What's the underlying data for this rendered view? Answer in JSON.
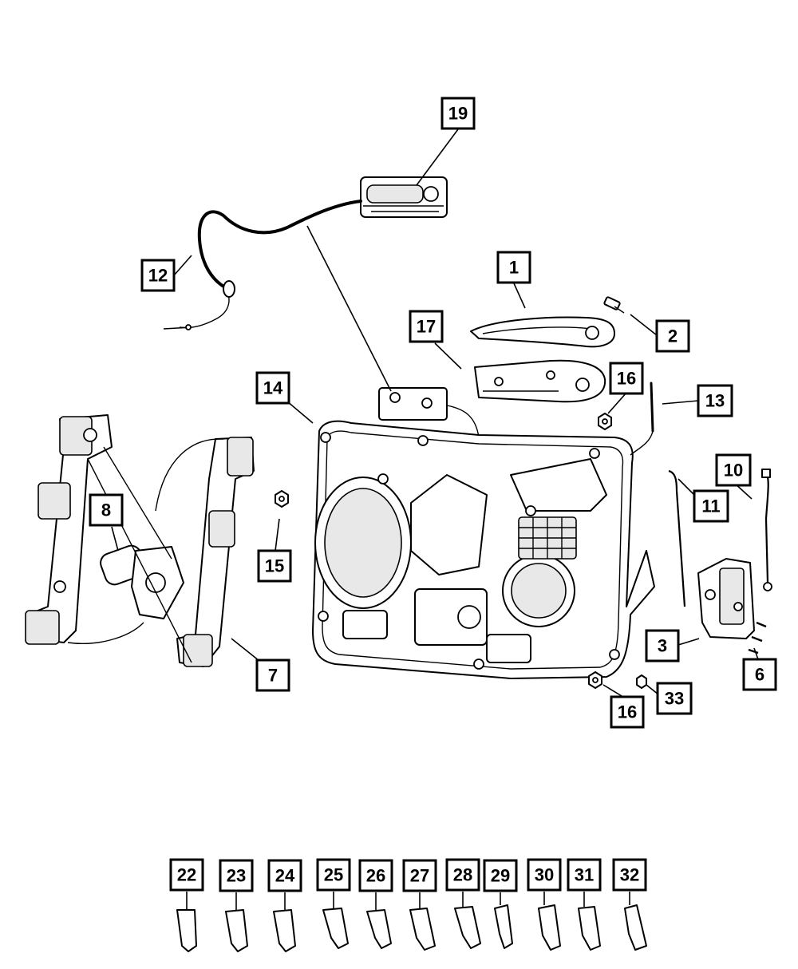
{
  "callouts": {
    "c19": "19",
    "c12": "12",
    "c1": "1",
    "c2": "2",
    "c17": "17",
    "c14": "14",
    "c16a": "16",
    "c13": "13",
    "c10": "10",
    "c11": "11",
    "c8": "8",
    "c15": "15",
    "c3": "3",
    "c6": "6",
    "c7": "7",
    "c16b": "16",
    "c33": "33",
    "c22": "22",
    "c23": "23",
    "c24": "24",
    "c25": "25",
    "c26": "26",
    "c27": "27",
    "c28": "28",
    "c29": "29",
    "c30": "30",
    "c31": "31",
    "c32": "32"
  }
}
